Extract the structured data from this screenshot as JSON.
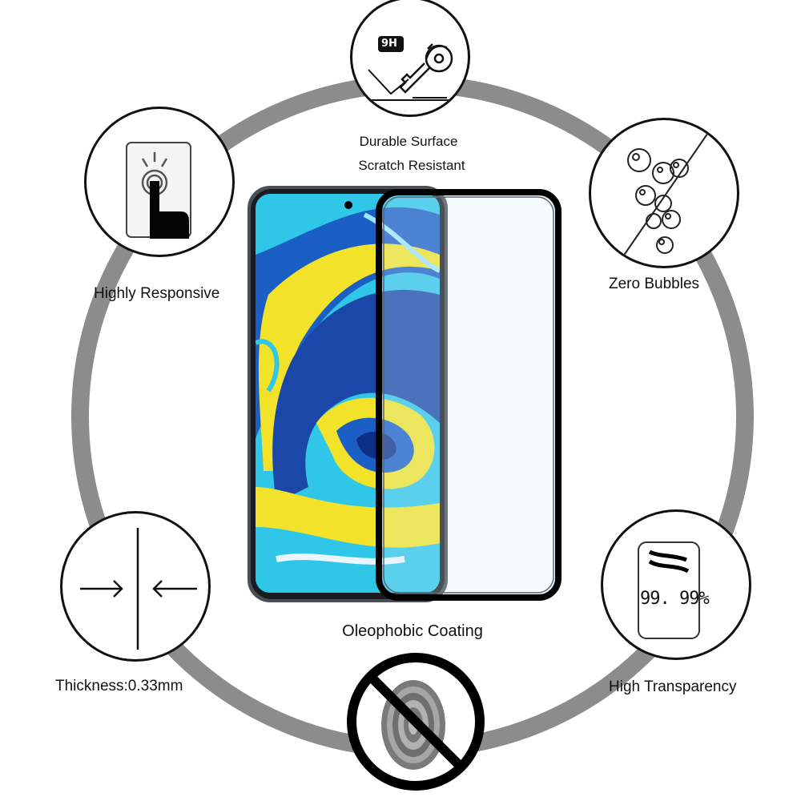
{
  "features": {
    "durable": {
      "line1": "Durable Surface",
      "line2": "Scratch Resistant",
      "badge": "9H",
      "icon": "key-scratch-icon"
    },
    "responsive": {
      "label": "Highly Responsive",
      "icon": "finger-touch-icon"
    },
    "bubbles": {
      "label": "Zero Bubbles",
      "icon": "bubbles-icon"
    },
    "thickness": {
      "label": "Thickness:0.33mm",
      "icon": "thickness-arrows-icon"
    },
    "transparency": {
      "label": "High Transparency",
      "value": "99. 99%",
      "icon": "transparency-icon"
    },
    "oleophobic": {
      "label": "Oleophobic Coating",
      "icon": "no-fingerprint-icon"
    }
  },
  "colors": {
    "ring": "#8c8c8c",
    "outline": "#111111",
    "screen_cyan": "#2fc6e8",
    "screen_blue": "#1c5fc4",
    "screen_yellow": "#f2e22a"
  }
}
